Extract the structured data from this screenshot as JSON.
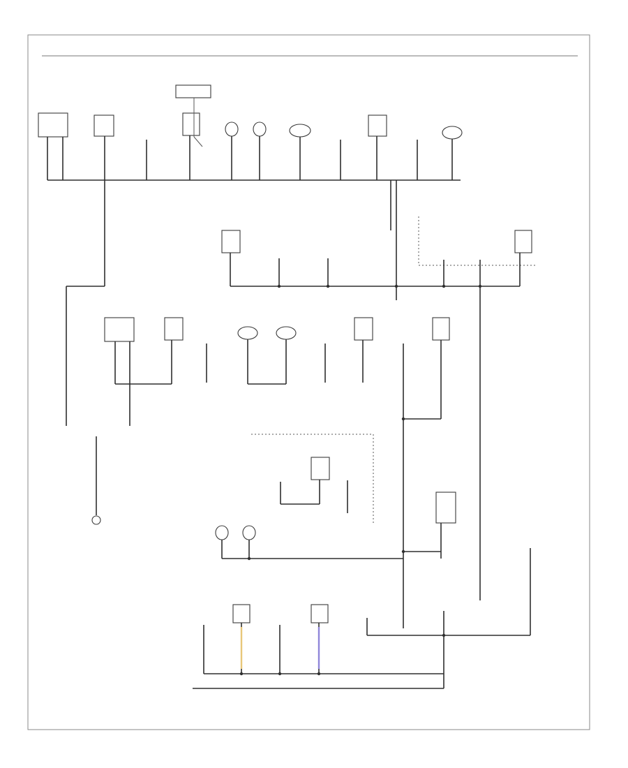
{
  "diagram": {
    "title": "",
    "page_number": "",
    "colors": {
      "wire": "#2e2e2e",
      "frame": "#8a8a8a",
      "highlight_yellow": "#e8c77a",
      "highlight_purple": "#8f86d9"
    },
    "symbols": [
      "connector-box",
      "lamp-bulb",
      "junction-dot",
      "ground-symbol"
    ]
  }
}
